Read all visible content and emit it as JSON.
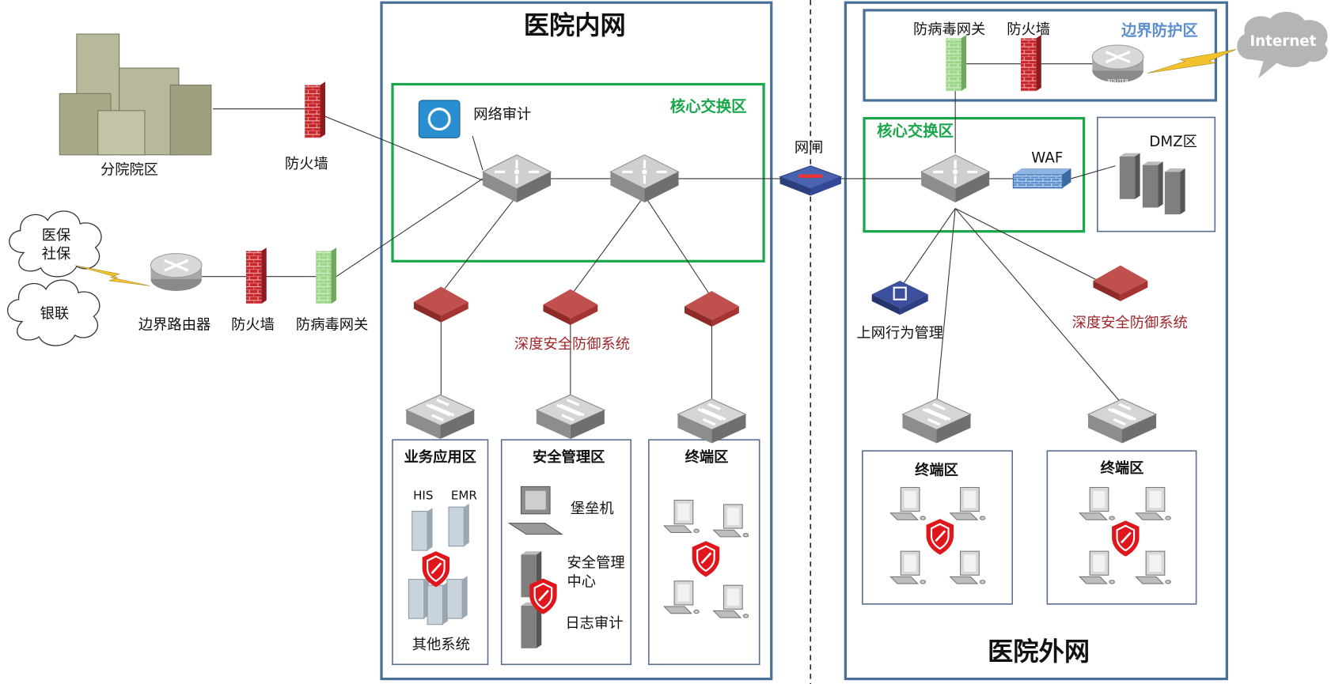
{
  "intranet": {
    "title": "医院内网",
    "core_zone": "核心交换区",
    "network_audit": "网络审计",
    "ips_label": "深度安全防御系统",
    "zones": {
      "business": {
        "title": "业务应用区",
        "his": "HIS",
        "emr": "EMR",
        "other": "其他系统"
      },
      "security": {
        "title": "安全管理区",
        "bastion": "堡垒机",
        "center_line1": "安全管理",
        "center_line2": "中心",
        "log_audit": "日志审计"
      },
      "terminal": {
        "title": "终端区"
      }
    }
  },
  "gatekeeper": "网闸",
  "branch": {
    "campus": "分院院区",
    "firewall": "防火墙"
  },
  "external_links": {
    "cloud1_line1": "医保",
    "cloud1_line2": "社保",
    "cloud2": "银联",
    "border_router": "边界路由器",
    "firewall": "防火墙",
    "antivirus_gateway": "防病毒网关"
  },
  "extranet": {
    "title": "医院外网",
    "border_zone": "边界防护区",
    "antivirus_gateway": "防病毒网关",
    "firewall": "防火墙",
    "internet": "Internet",
    "router_text": "ROUTER",
    "core_zone": "核心交换区",
    "waf": "WAF",
    "dmz": "DMZ区",
    "behavior_mgmt": "上网行为管理",
    "ips_label": "深度安全防御系统",
    "terminal1": "终端区",
    "terminal2": "终端区"
  },
  "colors": {
    "frame": "#4a6f99",
    "core_zone": "#1aa64a",
    "border_zone_label": "#5b8fd0",
    "ips": "#a0262b"
  }
}
